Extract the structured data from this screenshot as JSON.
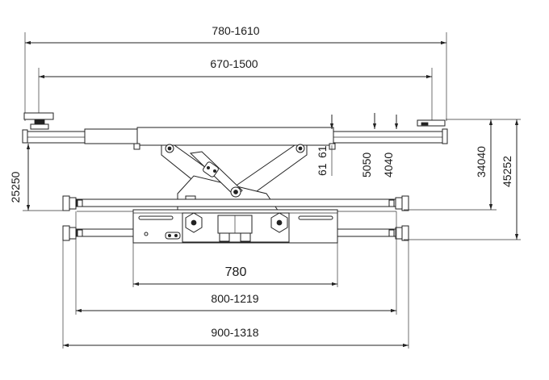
{
  "diagram": {
    "dimensions": {
      "top_outer": "780-1610",
      "top_inner": "670-1500",
      "left_height": "25250",
      "small_a": "61",
      "small_b": "61",
      "right_a": "5050",
      "right_b": "4040",
      "right_c": "34040",
      "right_d": "45252",
      "base": "780",
      "mid": "800-1219",
      "bottom": "900-1318"
    },
    "colors": {
      "line": "#222222",
      "fill": "#ffffff",
      "accent_fill": "#f2f2f2"
    }
  }
}
